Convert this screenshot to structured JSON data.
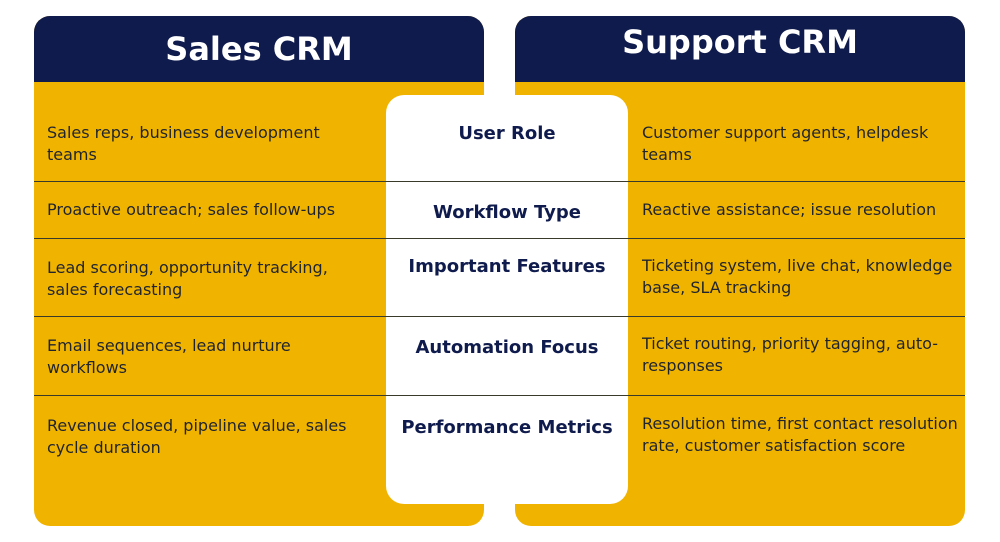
{
  "sales": {
    "title": "Sales CRM",
    "rows": [
      "Sales reps, business development teams",
      "Proactive outreach; sales follow-ups",
      "Lead scoring, opportunity tracking, sales forecasting",
      "Email sequences, lead nurture workflows",
      "Revenue closed, pipeline value, sales cycle duration"
    ]
  },
  "support": {
    "title": "Support CRM",
    "rows": [
      "Customer support agents, helpdesk teams",
      "Reactive assistance; issue resolution",
      "Ticketing system, live chat, knowledge base, SLA tracking",
      "Ticket routing, priority tagging, auto-responses",
      "Resolution time, first contact resolution rate, customer satisfaction score"
    ]
  },
  "criteria": [
    "User Role",
    "Workflow Type",
    "Important Features",
    "Automation Focus",
    "Performance Metrics"
  ],
  "colors": {
    "header_navy": "#0f1b4c",
    "panel_yellow": "#f0b400",
    "card_white": "#ffffff"
  }
}
